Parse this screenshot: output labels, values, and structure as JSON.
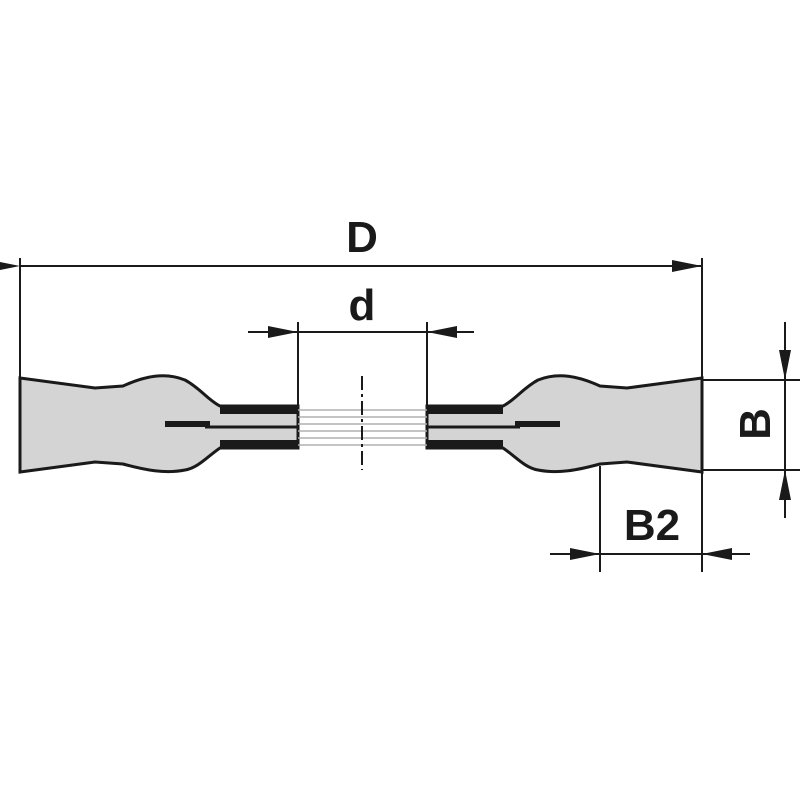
{
  "dimensions": {
    "outer_diameter_label": "D",
    "bore_diameter_label": "d",
    "width_label": "B",
    "hub_width_label": "B2"
  },
  "colors": {
    "line": "#1a1a1a",
    "fill": "#d4d4d4",
    "background": "#ffffff"
  }
}
